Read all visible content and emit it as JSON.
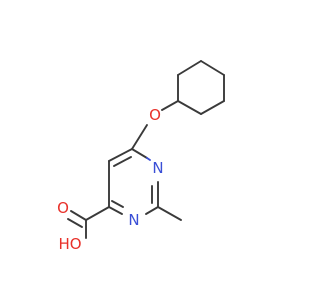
{
  "molecule": {
    "atoms": {
      "ether_oxygen": "O",
      "ring_nitrogen_top": "N",
      "ring_nitrogen_bottom": "N",
      "carboxyl_oxygen_double": "O",
      "hydroxyl": "HO"
    }
  },
  "colors": {
    "bond": "#3a3a3a",
    "oxygen": "#e8312a",
    "nitrogen": "#3a4fd6",
    "background": "#ffffff"
  }
}
